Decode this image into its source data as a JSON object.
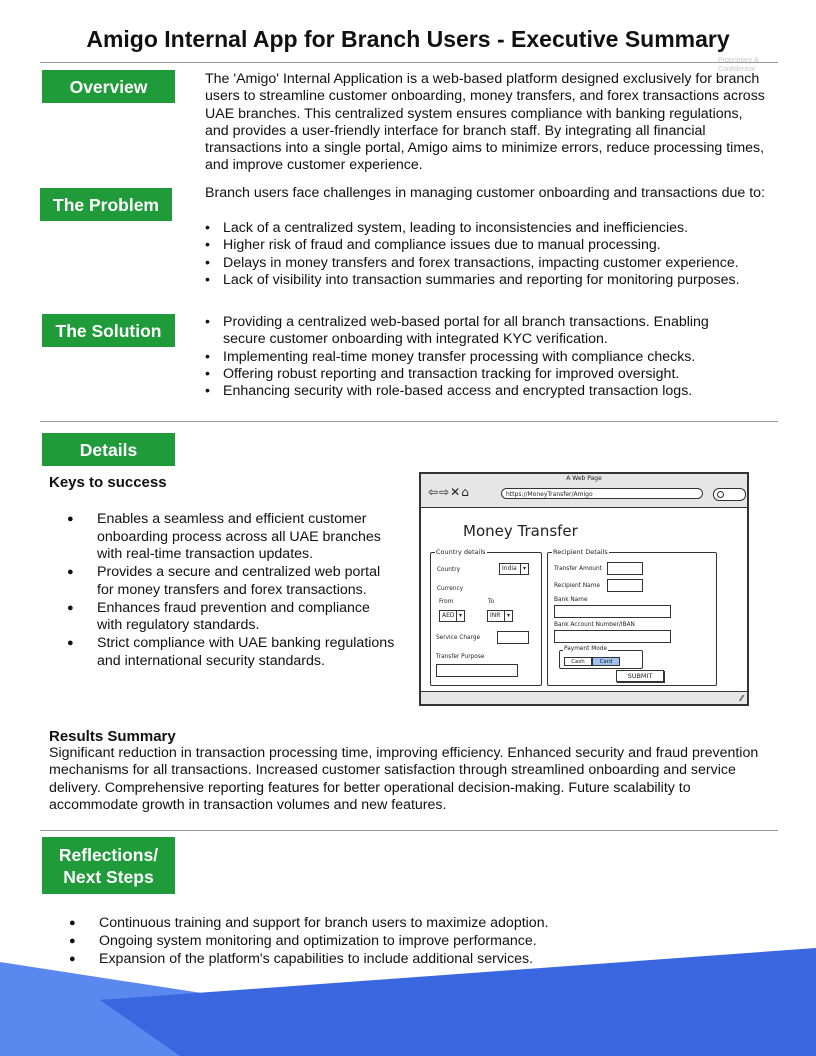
{
  "page": {
    "title": "Amigo Internal App for Branch Users - Executive Summary",
    "watermark": "Proprietary & Confidential"
  },
  "colors": {
    "tag_green": "#1f9b3a",
    "wave_blue": "#3a67e0",
    "wave_light": "#5a88ef"
  },
  "overview": {
    "tag": "Overview",
    "text": "The 'Amigo' Internal Application is a web-based platform designed exclusively for branch users to streamline customer onboarding, money transfers, and forex transactions across UAE branches. This centralized system ensures compliance with banking regulations, and provides a user-friendly interface for branch staff. By integrating all financial transactions into a single portal, Amigo aims to minimize errors, reduce processing times, and improve customer experience."
  },
  "problem": {
    "tag": "The Problem",
    "intro": "Branch users face challenges in managing customer onboarding and transactions due to:",
    "bullets": [
      "Lack of a centralized system, leading to inconsistencies and inefficiencies.",
      "Higher risk of fraud and compliance issues due to manual processing.",
      "Delays in money transfers and forex transactions, impacting customer experience.",
      "Lack of visibility into transaction summaries and reporting for monitoring purposes."
    ]
  },
  "solution": {
    "tag": "The Solution",
    "bullets": [
      "Providing a centralized web-based portal for all branch transactions. Enabling secure customer onboarding with integrated KYC verification.",
      "Implementing real-time money transfer processing with compliance checks.",
      "Offering robust reporting and transaction tracking for improved oversight.",
      "Enhancing security with role-based access and encrypted transaction logs."
    ]
  },
  "details": {
    "tag": "Details",
    "keys_heading": "Keys to success",
    "keys": [
      "Enables a seamless and efficient customer onboarding process across all UAE branches with real-time transaction updates.",
      "Provides a secure and centralized web portal for money transfers and forex transactions.",
      "Enhances fraud prevention and compliance with regulatory standards.",
      "Strict compliance with UAE banking regulations and international security standards."
    ],
    "results_heading": "Results Summary",
    "results_text": "Significant reduction in transaction processing time, improving efficiency. Enhanced security and fraud prevention mechanisms for all transactions. Increased customer satisfaction through streamlined onboarding and service delivery. Comprehensive reporting features for better operational decision-making. Future scalability to accommodate growth in transaction volumes and new features."
  },
  "mockup": {
    "window_title": "A Web Page",
    "url": "https://MoneyTransfer/Amigo",
    "heading": "Money Transfer",
    "country_details": "Country details",
    "country_label": "Country",
    "country_value": "India",
    "currency_label": "Currency",
    "from_label": "From",
    "to_label": "To",
    "from_value": "AED",
    "to_value": "INR",
    "service_charge": "Service Charge",
    "transfer_purpose": "Transfer Purpose",
    "recipient_details": "Recipient Details",
    "transfer_amount": "Transfer Amount",
    "recipient_name": "Recipient Name",
    "bank_name": "Bank Name",
    "bank_account": "Bank Account Number/IBAN",
    "payment_mode": "Payment Mode",
    "cash": "Cash",
    "card": "Card",
    "submit": "SUBMIT"
  },
  "reflections": {
    "tag_line1": "Reflections/",
    "tag_line2": "Next Steps",
    "bullets": [
      "Continuous training and support for branch users to maximize adoption.",
      "Ongoing system monitoring and optimization to improve performance.",
      "Expansion of the platform's capabilities to include additional services."
    ]
  }
}
